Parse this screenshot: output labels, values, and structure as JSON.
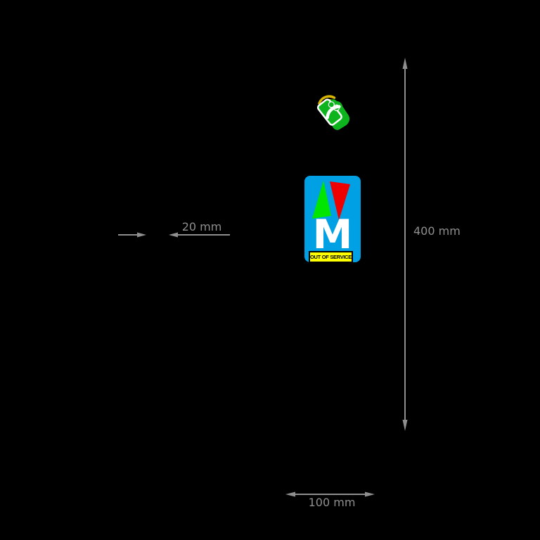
{
  "colors": {
    "background": "#000000",
    "dimension": "#8f8f8f",
    "sign_blue": "#00a0e4",
    "arrow_green": "#00e600",
    "arrow_red": "#ee0000",
    "banner_yellow": "#ffff00",
    "banner_border": "#000000",
    "banner_text": "#000000",
    "sign_letter": "#ffffff",
    "hand_green": "#0db41e",
    "card_outline": "#ffffff",
    "wave_yellow": "#d7b400"
  },
  "dimensions": {
    "gap": {
      "label": "20 mm"
    },
    "height": {
      "label": "400 mm"
    },
    "width": {
      "label": "100 mm"
    }
  },
  "sign": {
    "letter": "M",
    "banner_text": "OUT OF SERVICE"
  },
  "icons": {
    "contactless_hand": "hand-tapping-card-icon",
    "signal_waves": "contactless-signal-waves-icon"
  }
}
